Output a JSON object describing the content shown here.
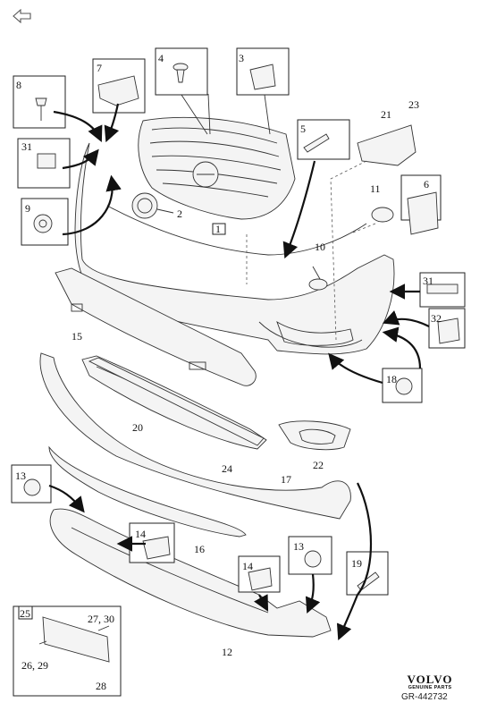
{
  "nav": {
    "back_icon": "left-arrow-outline-icon"
  },
  "diagram": {
    "callouts": {
      "c1": "1",
      "c2": "2",
      "c3": "3",
      "c4": "4",
      "c5": "5",
      "c6": "6",
      "c7": "7",
      "c8": "8",
      "c9": "9",
      "c10": "10",
      "c11": "11",
      "c12": "12",
      "c13a": "13",
      "c13b": "13",
      "c14a": "14",
      "c14b": "14",
      "c15": "15",
      "c16": "16",
      "c17": "17",
      "c18": "18",
      "c19": "19",
      "c20": "20",
      "c21": "21",
      "c22": "22",
      "c23": "23",
      "c24": "24",
      "c25": "25",
      "c26_29": "26, 29",
      "c27_30": "27, 30",
      "c28": "28",
      "c31a": "31",
      "c31b": "31",
      "c32": "32"
    }
  },
  "footer": {
    "brand": "VOLVO",
    "brand_sub": "GENUINE PARTS",
    "reference": "GR-442732"
  }
}
